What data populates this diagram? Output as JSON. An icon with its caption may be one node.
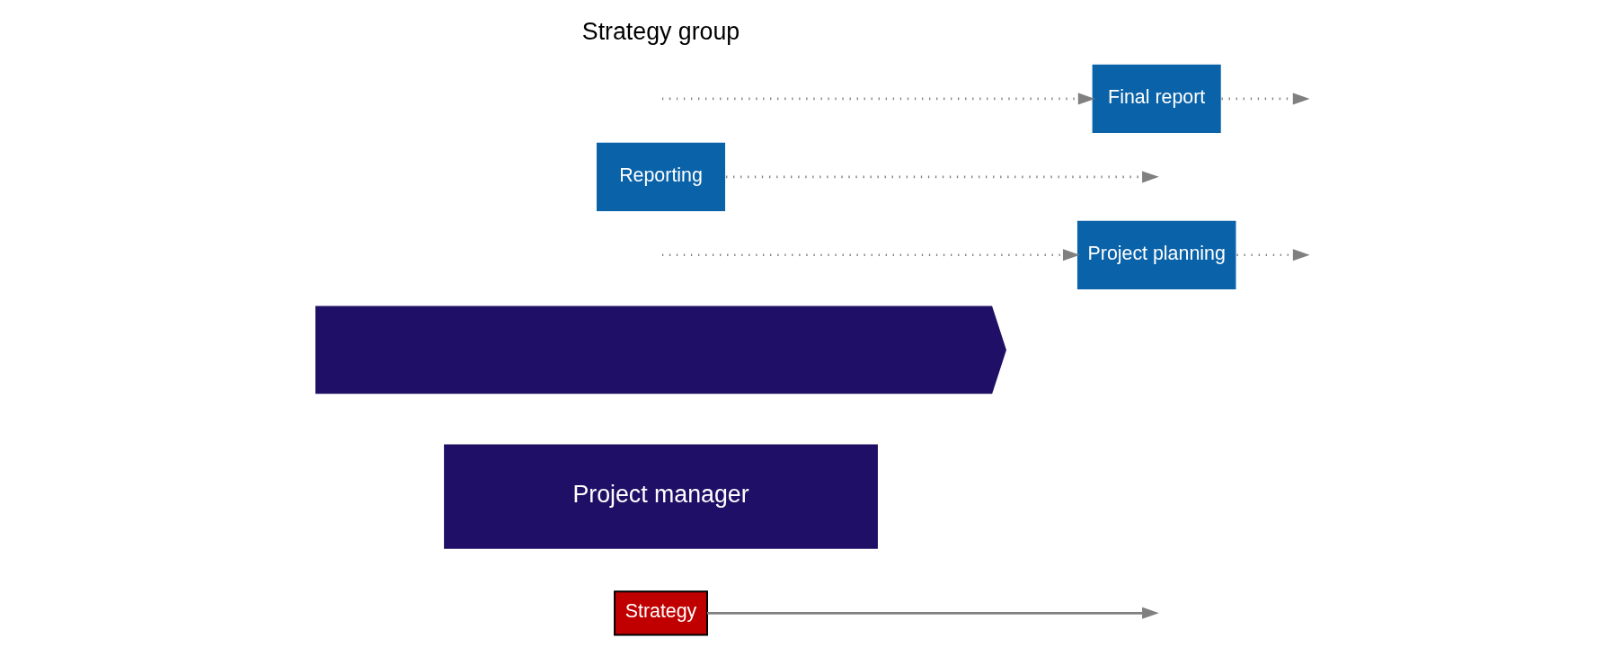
{
  "diagram": {
    "nodes": [
      {
        "text": [
          "Strategy"
        ]
      },
      {
        "text": [
          "Project manager"
        ]
      },
      {
        "text": [],
        "shape": "chevron"
      },
      {
        "text": [
          "Project planning"
        ]
      },
      {
        "text": [
          "Reporting"
        ]
      },
      {
        "text": [
          "Final report"
        ]
      }
    ],
    "edges": [
      {
        "from": 0,
        "to": null,
        "arrow": "to"
      },
      {
        "from": null,
        "to": 3,
        "arrow": "to",
        "style": "dashed"
      },
      {
        "from": 3,
        "to": null,
        "arrow": "to",
        "style": "dashed"
      },
      {
        "from": 4,
        "to": null,
        "arrow": "to",
        "style": "dashed"
      },
      {
        "from": null,
        "to": 5,
        "arrow": "to",
        "style": "dashed"
      },
      {
        "from": 5,
        "to": null,
        "arrow": "to",
        "style": "dashed"
      }
    ],
    "labels": [
      "Strategy group"
    ]
  }
}
